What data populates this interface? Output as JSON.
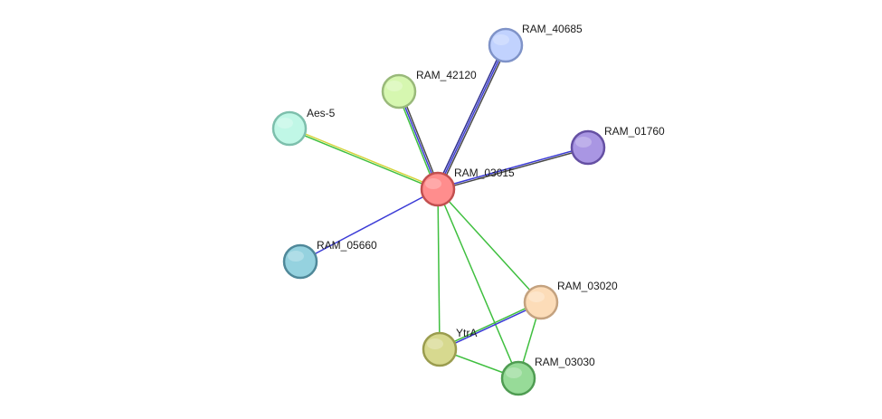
{
  "graph": {
    "nodes": [
      {
        "id": "RAM_03015",
        "label": "RAM_03015",
        "fill": "#ff8d8d",
        "stroke": "#c24f4f"
      },
      {
        "id": "RAM_40685",
        "label": "RAM_40685",
        "fill": "#c1d2fe",
        "stroke": "#7f93c8"
      },
      {
        "id": "RAM_42120",
        "label": "RAM_42120",
        "fill": "#d6f7b0",
        "stroke": "#99b97a"
      },
      {
        "id": "Aes-5",
        "label": "Aes-5",
        "fill": "#c0f7e6",
        "stroke": "#7dbfac"
      },
      {
        "id": "RAM_01760",
        "label": "RAM_01760",
        "fill": "#a996e3",
        "stroke": "#6550a3"
      },
      {
        "id": "RAM_05660",
        "label": "RAM_05660",
        "fill": "#95d2df",
        "stroke": "#4f8899"
      },
      {
        "id": "RAM_03020",
        "label": "RAM_03020",
        "fill": "#fcdcb8",
        "stroke": "#c4a27f"
      },
      {
        "id": "YtrA",
        "label": "YtrA",
        "fill": "#d7d98f",
        "stroke": "#9a9c4e"
      },
      {
        "id": "RAM_03030",
        "label": "RAM_03030",
        "fill": "#97db98",
        "stroke": "#4f9c52"
      }
    ],
    "edges": [
      {
        "source": "RAM_03015",
        "target": "RAM_40685",
        "colors": [
          "#2e2e8f",
          "#3b3bd6",
          "#4a4a4a"
        ]
      },
      {
        "source": "RAM_03015",
        "target": "RAM_42120",
        "colors": [
          "#3fbf3f",
          "#3b3bd6",
          "#4a4a4a"
        ]
      },
      {
        "source": "RAM_03015",
        "target": "Aes-5",
        "colors": [
          "#3fbf3f",
          "#d4d43a"
        ]
      },
      {
        "source": "RAM_03015",
        "target": "RAM_01760",
        "colors": [
          "#3b3bd6",
          "#4a4a4a"
        ]
      },
      {
        "source": "RAM_03015",
        "target": "RAM_05660",
        "colors": [
          "#3b3bd6"
        ]
      },
      {
        "source": "RAM_03015",
        "target": "RAM_03020",
        "colors": [
          "#3fbf3f"
        ]
      },
      {
        "source": "RAM_03015",
        "target": "YtrA",
        "colors": [
          "#3fbf3f"
        ]
      },
      {
        "source": "RAM_03015",
        "target": "RAM_03030",
        "colors": [
          "#3fbf3f"
        ]
      },
      {
        "source": "YtrA",
        "target": "RAM_03020",
        "colors": [
          "#3fbf3f",
          "#3b3bd6"
        ]
      },
      {
        "source": "YtrA",
        "target": "RAM_03030",
        "colors": [
          "#3fbf3f"
        ]
      },
      {
        "source": "RAM_03020",
        "target": "RAM_03030",
        "colors": [
          "#3fbf3f"
        ]
      }
    ]
  }
}
